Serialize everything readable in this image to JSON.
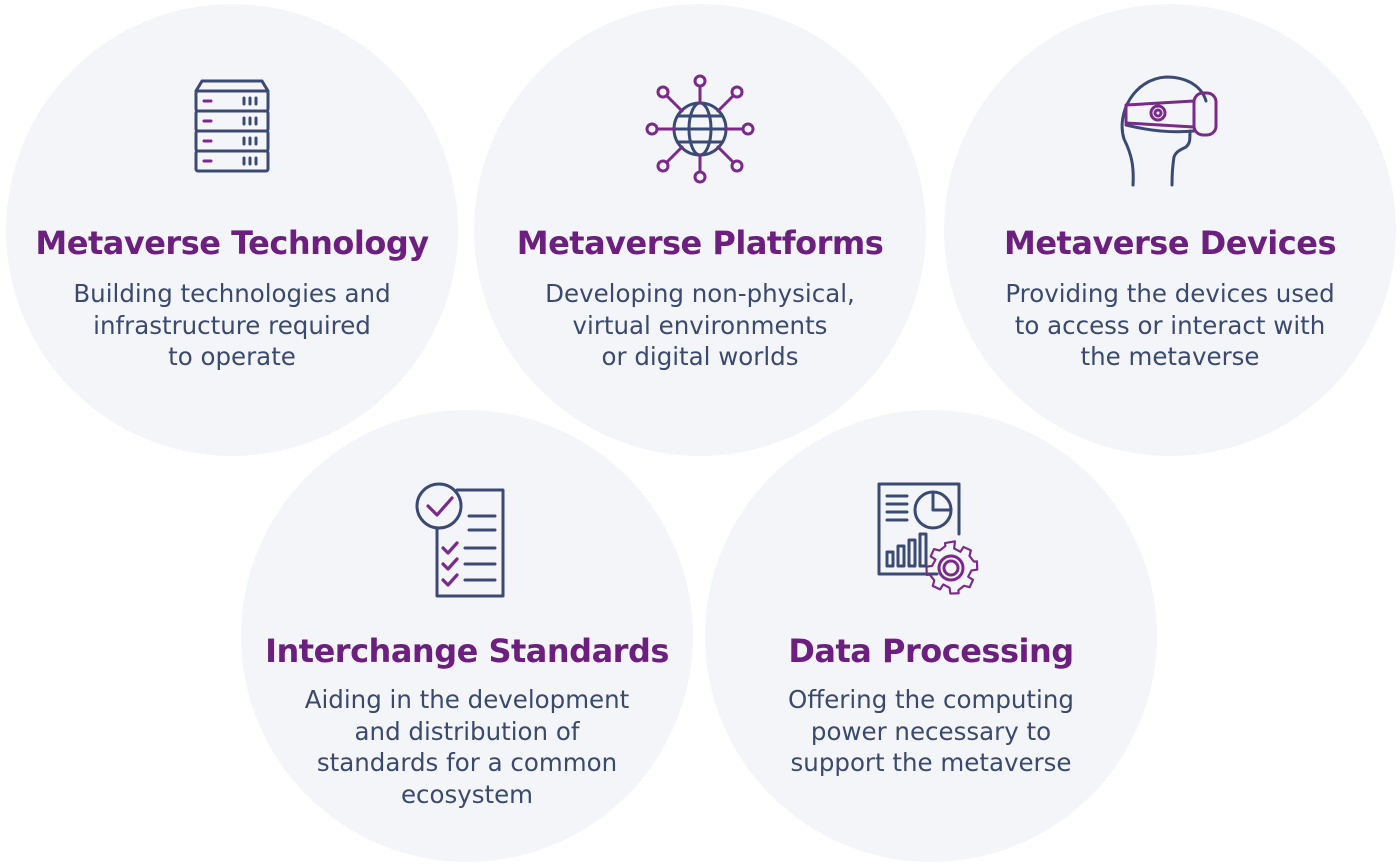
{
  "items": [
    {
      "title": "Metaverse Technology",
      "description": "Building technologies and\ninfrastructure required\nto operate",
      "icon": "server-rack-icon"
    },
    {
      "title": "Metaverse Platforms",
      "description": "Developing non-physical,\nvirtual environments\nor digital worlds",
      "icon": "globe-network-icon"
    },
    {
      "title": "Metaverse Devices",
      "description": "Providing the devices used\nto access or interact with\nthe metaverse",
      "icon": "vr-headset-icon"
    },
    {
      "title": "Interchange Standards",
      "description": "Aiding in the development\nand distribution of\nstandards for a common\necosystem",
      "icon": "checklist-icon"
    },
    {
      "title": "Data Processing",
      "description": "Offering the computing\npower necessary to\nsupport the metaverse",
      "icon": "data-report-gear-icon"
    }
  ],
  "colors": {
    "title": "#6c1f7e",
    "description": "#3a4a6e",
    "icon_navy": "#3b4a74",
    "icon_purple": "#7a2a8a",
    "circle": "#f4f5f9"
  }
}
